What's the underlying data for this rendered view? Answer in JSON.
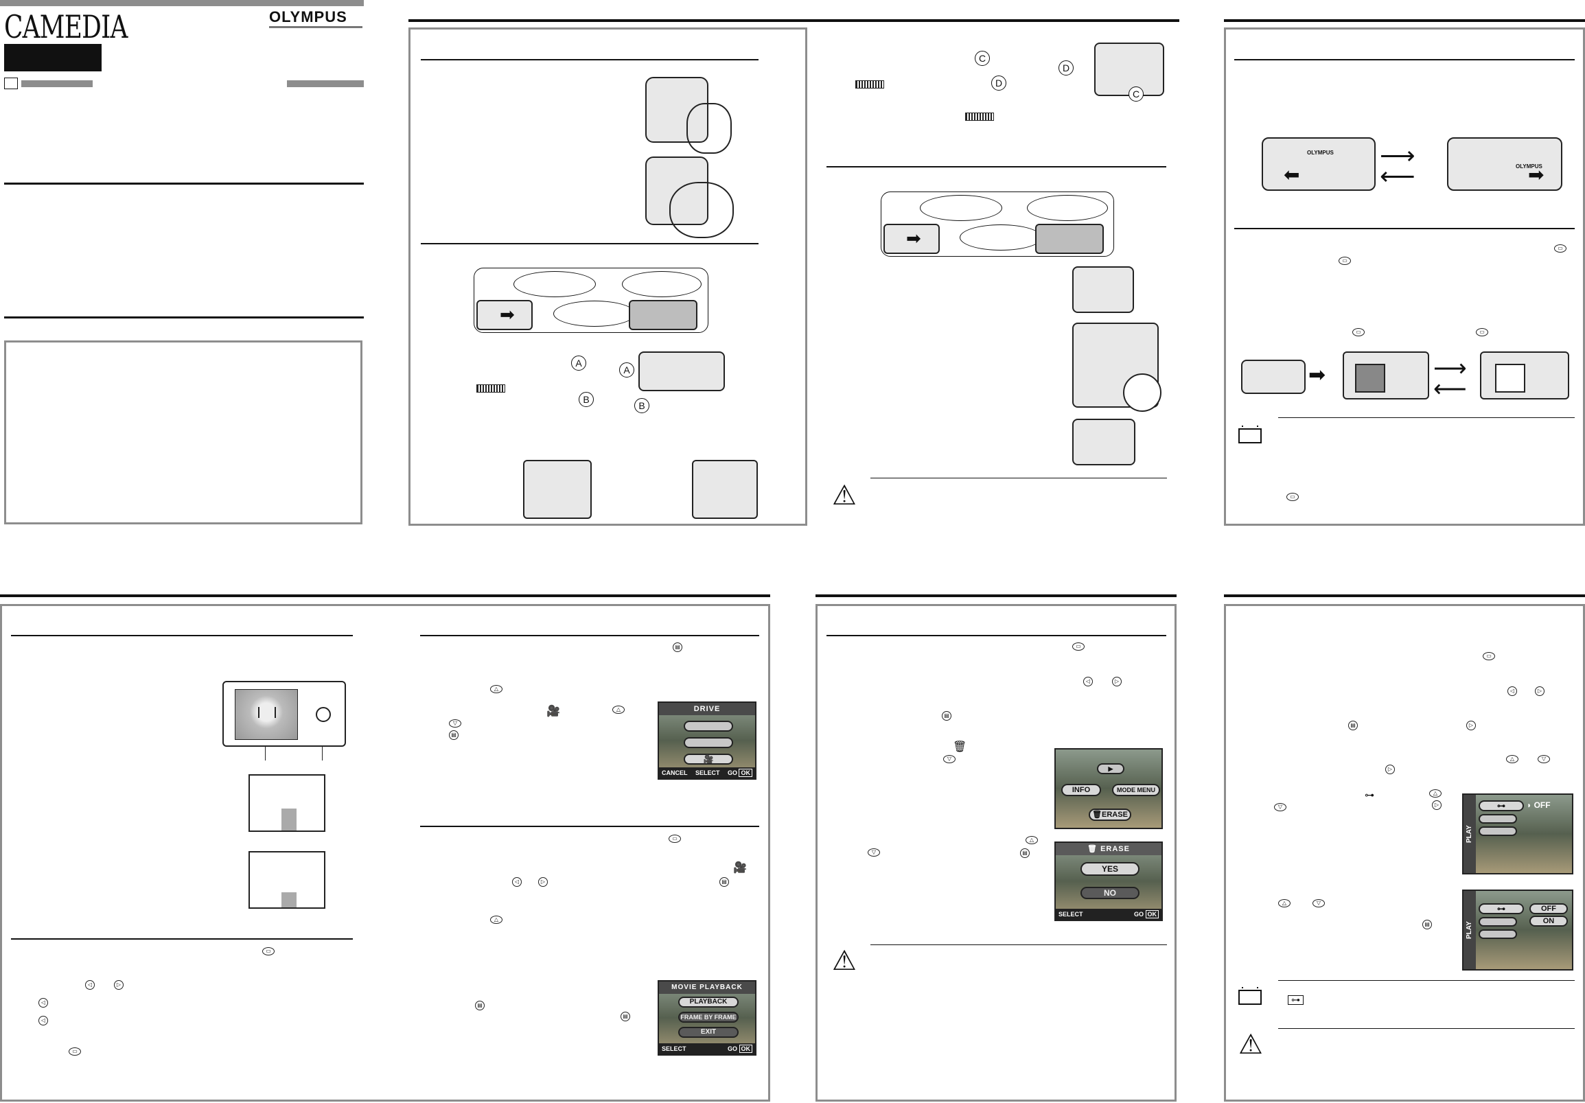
{
  "brand": {
    "product": "CAMEDIA",
    "maker": "OLYMPUS"
  },
  "icons": {
    "ok": "ok-button-icon",
    "monitor": "monitor-button-icon",
    "up": "up-arrow-icon",
    "down": "down-arrow-icon",
    "left": "left-arrow-icon",
    "right": "right-arrow-icon",
    "protect": "key-icon",
    "erase": "trash-icon",
    "movie": "movie-camera-icon",
    "warning": "warning-icon",
    "note": "note-icon"
  },
  "ui": {
    "drive": {
      "title": "DRIVE",
      "cancel": "CANCEL",
      "select": "SELECT",
      "go": "GO",
      "ok": "OK"
    },
    "movie": {
      "title": "MOVIE PLAYBACK",
      "items": [
        "PLAYBACK",
        "FRAME BY FRAME",
        "EXIT"
      ],
      "select": "SELECT",
      "go": "GO",
      "ok": "OK"
    },
    "top_menu": {
      "info": "INFO",
      "mode_menu": "MODE MENU",
      "erase": "ERASE"
    },
    "erase": {
      "title": "ERASE",
      "yes": "YES",
      "no": "NO",
      "select": "SELECT",
      "go": "GO",
      "ok": "OK"
    },
    "play1": {
      "side": "PLAY",
      "off": "OFF"
    },
    "play2": {
      "side": "PLAY",
      "off": "OFF",
      "on": "ON"
    }
  },
  "markers": {
    "a": "A",
    "b": "B",
    "c": "C",
    "d": "D"
  }
}
